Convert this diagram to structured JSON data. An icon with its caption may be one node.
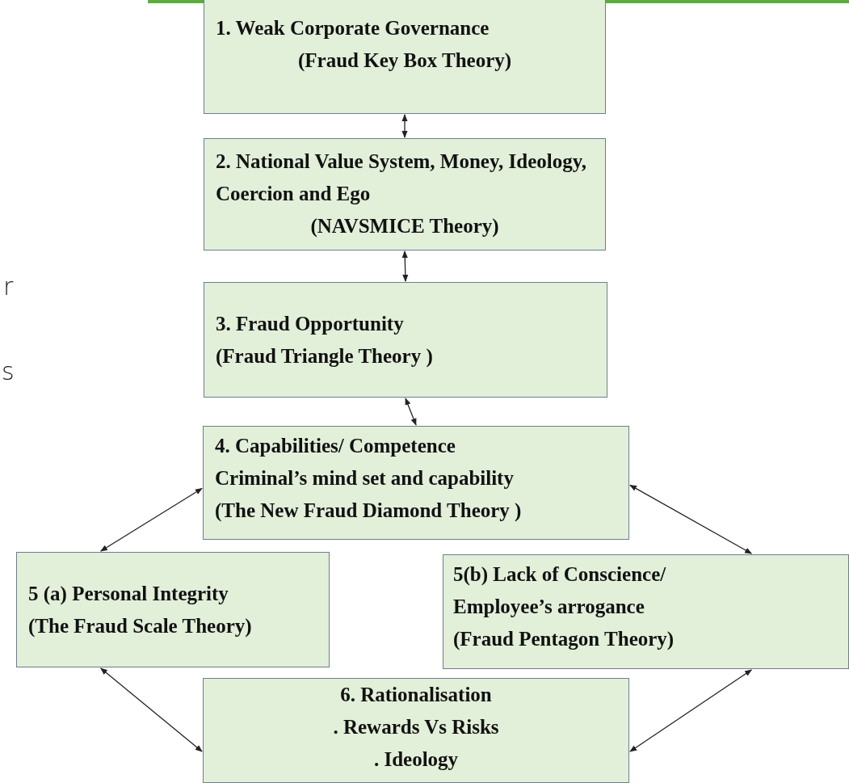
{
  "diagram": {
    "nodes": [
      {
        "text": [
          "1. Weak Corporate Governance",
          "(Fraud Key Box Theory)"
        ]
      },
      {
        "text": [
          "2. National Value System, Money, Ideology, Coercion and Ego",
          "(NAVSMICE Theory)"
        ]
      },
      {
        "text": [
          "3. Fraud Opportunity",
          "(Fraud Triangle Theory )"
        ]
      },
      {
        "text": [
          "4. Capabilities/ Competence",
          "Criminal’s mind set and capability",
          "(The New Fraud Diamond Theory )"
        ]
      },
      {
        "text": [
          "5 (a) Personal Integrity",
          "(The Fraud Scale Theory)"
        ]
      },
      {
        "text": [
          "5(b) Lack of Conscience/",
          "Employee’s arrogance",
          "(Fraud Pentagon Theory)"
        ]
      },
      {
        "text": [
          "6. Rationalisation",
          ". Rewards Vs Risks",
          ". Ideology"
        ]
      }
    ],
    "edges": [
      {
        "from": 0,
        "to": 1,
        "arrow": "both"
      },
      {
        "from": 1,
        "to": 2,
        "arrow": "both"
      },
      {
        "from": 2,
        "to": 3,
        "arrow": "both"
      },
      {
        "from": 3,
        "to": 4,
        "arrow": "both"
      },
      {
        "from": 3,
        "to": 5,
        "arrow": "both"
      },
      {
        "from": 4,
        "to": 6,
        "arrow": "both"
      },
      {
        "from": 5,
        "to": 6,
        "arrow": "both"
      }
    ],
    "labels": [
      "r",
      "s"
    ]
  }
}
